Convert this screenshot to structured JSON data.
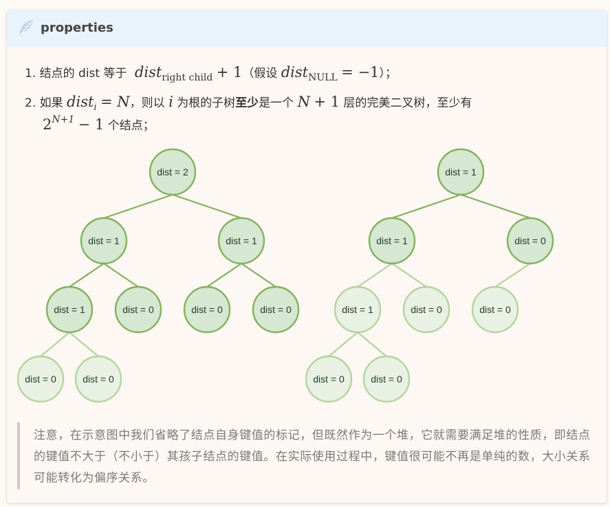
{
  "header": {
    "title": "properties",
    "icon": "feather-icon"
  },
  "list": {
    "item1": {
      "num": "1.",
      "t1": "结点的 dist 等于",
      "dist": "dist",
      "sub": "right child",
      "plus": "+ 1",
      "t2": "（假设",
      "dist2": "dist",
      "sub2": "NULL",
      "eq": "= −1",
      "t3": "）；"
    },
    "item2": {
      "num": "2.",
      "t1": "如果",
      "dist": "dist",
      "sub": "i",
      "eq": "= ",
      "N": "N",
      "t2": "，则以",
      "i": "i",
      "t3": "为根的子树",
      "bold": "至少",
      "t4": "是一个",
      "N2": "N",
      "plus": "+ 1",
      "t5": "层的完美二叉树，至少有",
      "two": "2",
      "sup": "N+1",
      "minus": "− 1",
      "t6": "个结点；"
    }
  },
  "colors": {
    "strong_fill": "#d6e7d2",
    "strong_stroke": "#82b15d",
    "light_fill": "#e8f1e3",
    "light_stroke": "#b5d39d"
  },
  "diagram": {
    "left_tree": {
      "nodes": [
        {
          "id": "L0",
          "label": "dist = 2",
          "style": "strong"
        },
        {
          "id": "L1",
          "label": "dist = 1",
          "style": "strong"
        },
        {
          "id": "L2",
          "label": "dist = 1",
          "style": "strong"
        },
        {
          "id": "L3",
          "label": "dist = 1",
          "style": "strong"
        },
        {
          "id": "L4",
          "label": "dist = 0",
          "style": "strong"
        },
        {
          "id": "L5",
          "label": "dist = 0",
          "style": "strong"
        },
        {
          "id": "L6",
          "label": "dist = 0",
          "style": "strong"
        },
        {
          "id": "L7",
          "label": "dist = 0",
          "style": "light"
        },
        {
          "id": "L8",
          "label": "dist = 0",
          "style": "light"
        }
      ],
      "edges": [
        [
          "L0",
          "L1",
          "strong"
        ],
        [
          "L0",
          "L2",
          "strong"
        ],
        [
          "L1",
          "L3",
          "strong"
        ],
        [
          "L1",
          "L4",
          "strong"
        ],
        [
          "L2",
          "L5",
          "strong"
        ],
        [
          "L2",
          "L6",
          "strong"
        ],
        [
          "L3",
          "L7",
          "light"
        ],
        [
          "L3",
          "L8",
          "light"
        ]
      ]
    },
    "right_tree": {
      "nodes": [
        {
          "id": "R0",
          "label": "dist = 1",
          "style": "strong"
        },
        {
          "id": "R1",
          "label": "dist = 1",
          "style": "strong"
        },
        {
          "id": "R2",
          "label": "dist = 0",
          "style": "strong"
        },
        {
          "id": "R3",
          "label": "dist = 1",
          "style": "light"
        },
        {
          "id": "R4",
          "label": "dist = 0",
          "style": "light"
        },
        {
          "id": "R5",
          "label": "dist = 0",
          "style": "light"
        },
        {
          "id": "R6",
          "label": "dist = 0",
          "style": "light"
        },
        {
          "id": "R7",
          "label": "dist = 0",
          "style": "light"
        }
      ],
      "edges": [
        [
          "R0",
          "R1",
          "strong"
        ],
        [
          "R0",
          "R2",
          "strong"
        ],
        [
          "R1",
          "R3",
          "light"
        ],
        [
          "R1",
          "R4",
          "light"
        ],
        [
          "R2",
          "R5",
          "light"
        ],
        [
          "R3",
          "R6",
          "light"
        ],
        [
          "R3",
          "R7",
          "light"
        ]
      ]
    }
  },
  "note": {
    "text": "注意，在示意图中我们省略了结点自身键值的标记，但既然作为一个堆，它就需要满足堆的性质，即结点的键值不大于（不小于）其孩子结点的键值。在实际使用过程中，键值很可能不再是单纯的数，大小关系可能转化为偏序关系。"
  }
}
